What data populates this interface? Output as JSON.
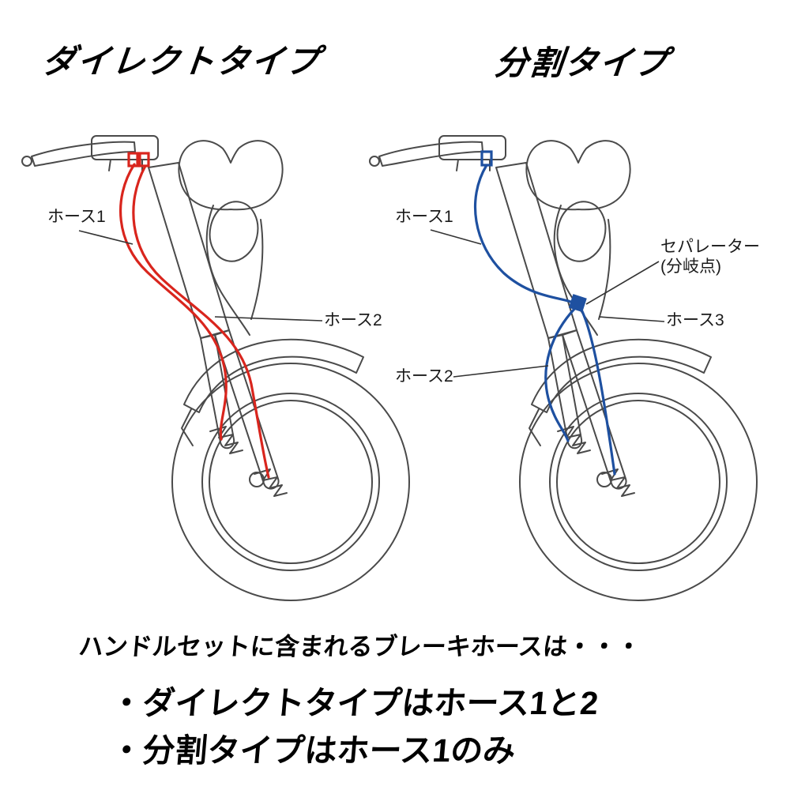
{
  "colors": {
    "line": "#4a4a4a",
    "direct_hose": "#d9251d",
    "split_hose": "#1e50a0",
    "leader": "#333333"
  },
  "left": {
    "title": "ダイレクトタイプ",
    "labels": {
      "hose1": "ホース1",
      "hose2": "ホース2"
    }
  },
  "right": {
    "title": "分割タイプ",
    "labels": {
      "hose1": "ホース1",
      "hose2": "ホース2",
      "hose3": "ホース3",
      "separator_line1": "セパレーター",
      "separator_line2": "(分岐点)"
    }
  },
  "footer": {
    "line1": "ハンドルセットに含まれるブレーキホースは・・・",
    "line2": "・ダイレクトタイプはホース1と2",
    "line3": "・分割タイプはホース1のみ"
  }
}
